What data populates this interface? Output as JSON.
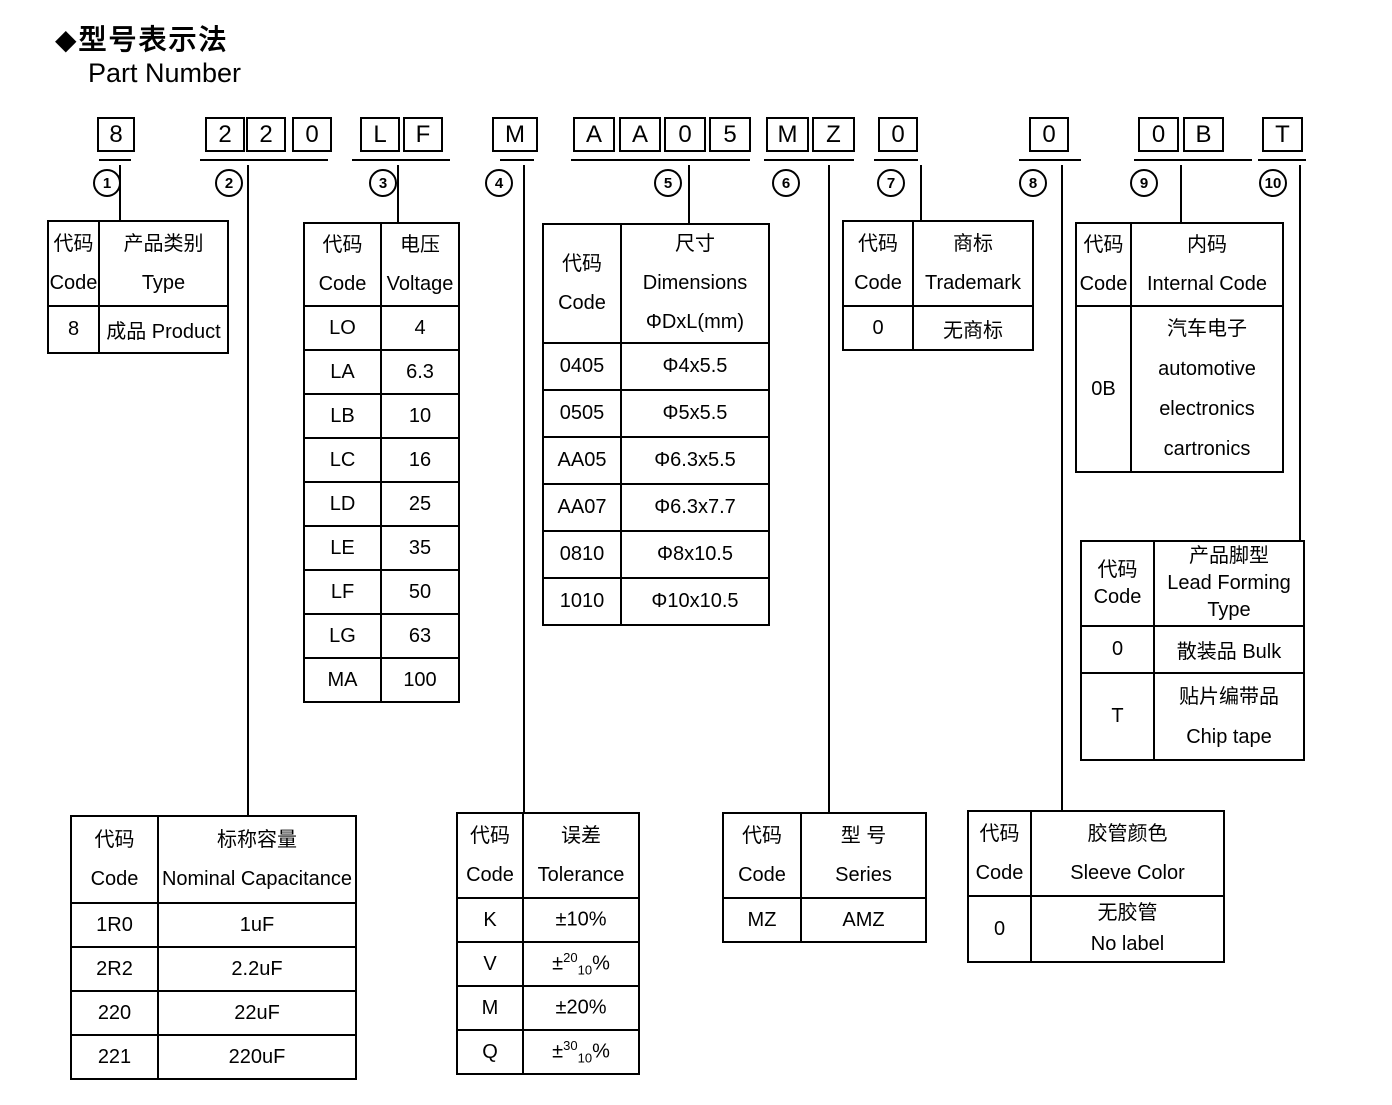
{
  "title": {
    "diamond": "◆",
    "line1": "型号表示法",
    "line2": "Part Number"
  },
  "pn": {
    "groups": [
      {
        "label": "1",
        "chars": [
          "8"
        ]
      },
      {
        "label": "2",
        "chars": [
          "2",
          "2",
          "0"
        ]
      },
      {
        "label": "3",
        "chars": [
          "L",
          "F"
        ]
      },
      {
        "label": "4",
        "chars": [
          "M"
        ]
      },
      {
        "label": "5",
        "chars": [
          "A",
          "A",
          "0",
          "5"
        ]
      },
      {
        "label": "6",
        "chars": [
          "M",
          "Z"
        ]
      },
      {
        "label": "7",
        "chars": [
          "0"
        ]
      },
      {
        "label": "8",
        "chars": [
          "0"
        ]
      },
      {
        "label": "9",
        "chars": [
          "0",
          "B"
        ]
      },
      {
        "label": "10",
        "chars": [
          "T"
        ]
      }
    ]
  },
  "t_product": {
    "h_code_zh": "代码",
    "h_code_en": "Code",
    "h_val_zh": "产品类别",
    "h_val_en": "Type",
    "rows": [
      {
        "code": "8",
        "val": "成品 Product"
      }
    ]
  },
  "t_voltage": {
    "h_code_zh": "代码",
    "h_code_en": "Code",
    "h_val_zh": "电压",
    "h_val_en": "Voltage",
    "rows": [
      {
        "code": "LO",
        "val": "4"
      },
      {
        "code": "LA",
        "val": "6.3"
      },
      {
        "code": "LB",
        "val": "10"
      },
      {
        "code": "LC",
        "val": "16"
      },
      {
        "code": "LD",
        "val": "25"
      },
      {
        "code": "LE",
        "val": "35"
      },
      {
        "code": "LF",
        "val": "50"
      },
      {
        "code": "LG",
        "val": "63"
      },
      {
        "code": "MA",
        "val": "100"
      }
    ]
  },
  "t_dims": {
    "h_code_zh": "代码",
    "h_code_en": "Code",
    "h_val_zh": "尺寸 Dimensions",
    "h_val_en": "ΦDxL(mm)",
    "rows": [
      {
        "code": "0405",
        "val": "Φ4x5.5"
      },
      {
        "code": "0505",
        "val": "Φ5x5.5"
      },
      {
        "code": "AA05",
        "val": "Φ6.3x5.5"
      },
      {
        "code": "AA07",
        "val": "Φ6.3x7.7"
      },
      {
        "code": "0810",
        "val": "Φ8x10.5"
      },
      {
        "code": "1010",
        "val": "Φ10x10.5"
      }
    ]
  },
  "t_trademark": {
    "h_code_zh": "代码",
    "h_code_en": "Code",
    "h_val_zh": "商标",
    "h_val_en": "Trademark",
    "rows": [
      {
        "code": "0",
        "val": "无商标"
      }
    ]
  },
  "t_internal": {
    "h_code_zh": "代码",
    "h_code_en": "Code",
    "h_val_zh": "内码",
    "h_val_en": "Internal Code",
    "rows": [
      {
        "code": "0B",
        "lines": [
          "汽车电子",
          "automotive",
          "electronics",
          "cartronics"
        ]
      }
    ]
  },
  "t_lead": {
    "h_code_zh": "代码",
    "h_code_en": "Code",
    "h_val_lines": [
      "产品脚型",
      "Lead Forming",
      "Type"
    ],
    "rows": [
      {
        "code": "0",
        "line1": "散装品 Bulk",
        "line2": ""
      },
      {
        "code": "T",
        "line1": "贴片编带品",
        "line2": "Chip tape"
      }
    ]
  },
  "t_cap": {
    "h_code_zh": "代码",
    "h_code_en": "Code",
    "h_val_zh": "标称容量",
    "h_val_en": "Nominal Capacitance",
    "rows": [
      {
        "code": "1R0",
        "val": "1uF"
      },
      {
        "code": "2R2",
        "val": "2.2uF"
      },
      {
        "code": "220",
        "val": "22uF"
      },
      {
        "code": "221",
        "val": "220uF"
      }
    ]
  },
  "t_tol": {
    "h_code_zh": "代码",
    "h_code_en": "Code",
    "h_val_zh": "误差",
    "h_val_en": "Tolerance",
    "rows": [
      {
        "code": "K",
        "pre": "±10%",
        "sup": "",
        "sub": "",
        "post": ""
      },
      {
        "code": "V",
        "pre": "±",
        "sup": "20",
        "sub": "10",
        "post": "%"
      },
      {
        "code": "M",
        "pre": "±20%",
        "sup": "",
        "sub": "",
        "post": ""
      },
      {
        "code": "Q",
        "pre": "±",
        "sup": "30",
        "sub": "10",
        "post": "%"
      }
    ]
  },
  "t_series": {
    "h_code_zh": "代码",
    "h_code_en": "Code",
    "h_val_zh": "型 号",
    "h_val_en": "Series",
    "rows": [
      {
        "code": "MZ",
        "val": "AMZ"
      }
    ]
  },
  "t_sleeve": {
    "h_code_zh": "代码",
    "h_code_en": "Code",
    "h_val_zh": "胶管颜色",
    "h_val_en": "Sleeve Color",
    "rows": [
      {
        "code": "0",
        "line1": "无胶管",
        "line2": "No label"
      }
    ]
  }
}
